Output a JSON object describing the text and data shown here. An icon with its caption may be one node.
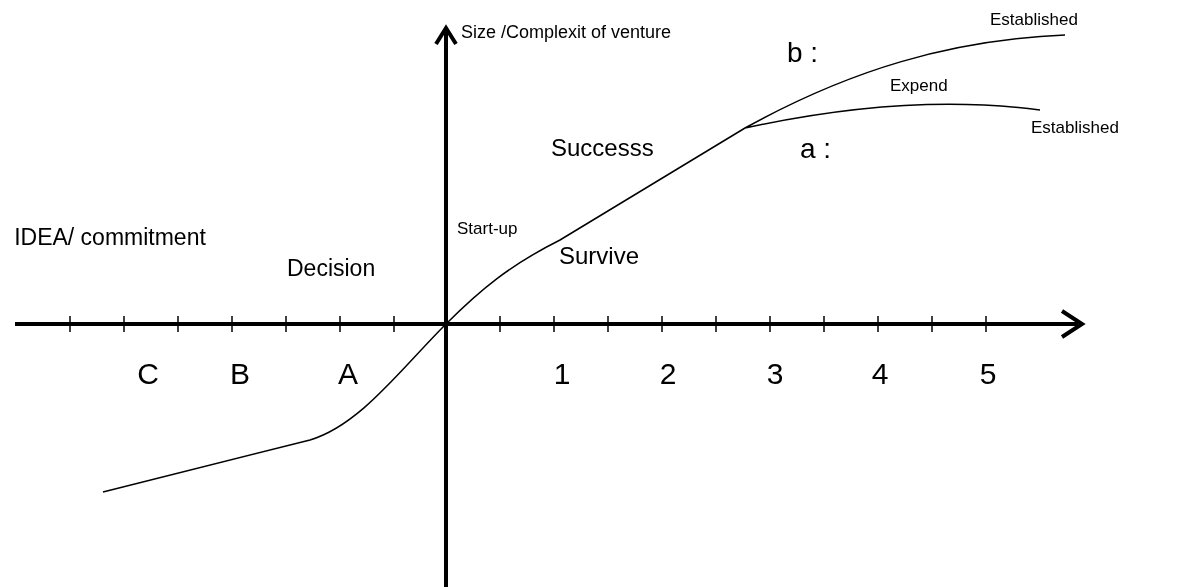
{
  "diagram": {
    "labels": [
      "Size /Complexit of venture",
      "Established",
      "b :",
      "Expend",
      "Established",
      "Successs",
      "a :",
      "IDEA/ commitment",
      "Start-up",
      "Decision",
      "Survive",
      "C",
      "B",
      "A",
      "1",
      "2",
      "3",
      "4",
      "5"
    ]
  }
}
